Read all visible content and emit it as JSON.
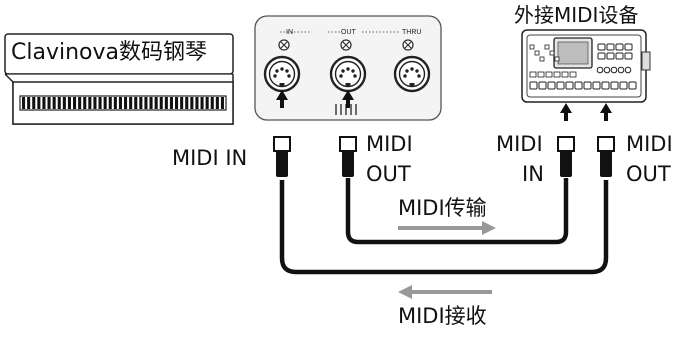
{
  "piano": {
    "label": "Clavinova数码钢琴"
  },
  "panel": {
    "ports": [
      "IN",
      "OUT",
      "THRU"
    ]
  },
  "device": {
    "title": "外接MIDI设备"
  },
  "labels": {
    "piano_in": "MIDI IN",
    "piano_out_line1": "MIDI",
    "piano_out_line2": "OUT",
    "device_in_line1": "MIDI",
    "device_in_line2": "IN",
    "device_out_line1": "MIDI",
    "device_out_line2": "OUT"
  },
  "flows": {
    "transmit": "MIDI传输",
    "receive": "MIDI接收"
  },
  "colors": {
    "cable": "#111111",
    "arrow": "#999999",
    "panel_bg": "#f4f4f4"
  }
}
